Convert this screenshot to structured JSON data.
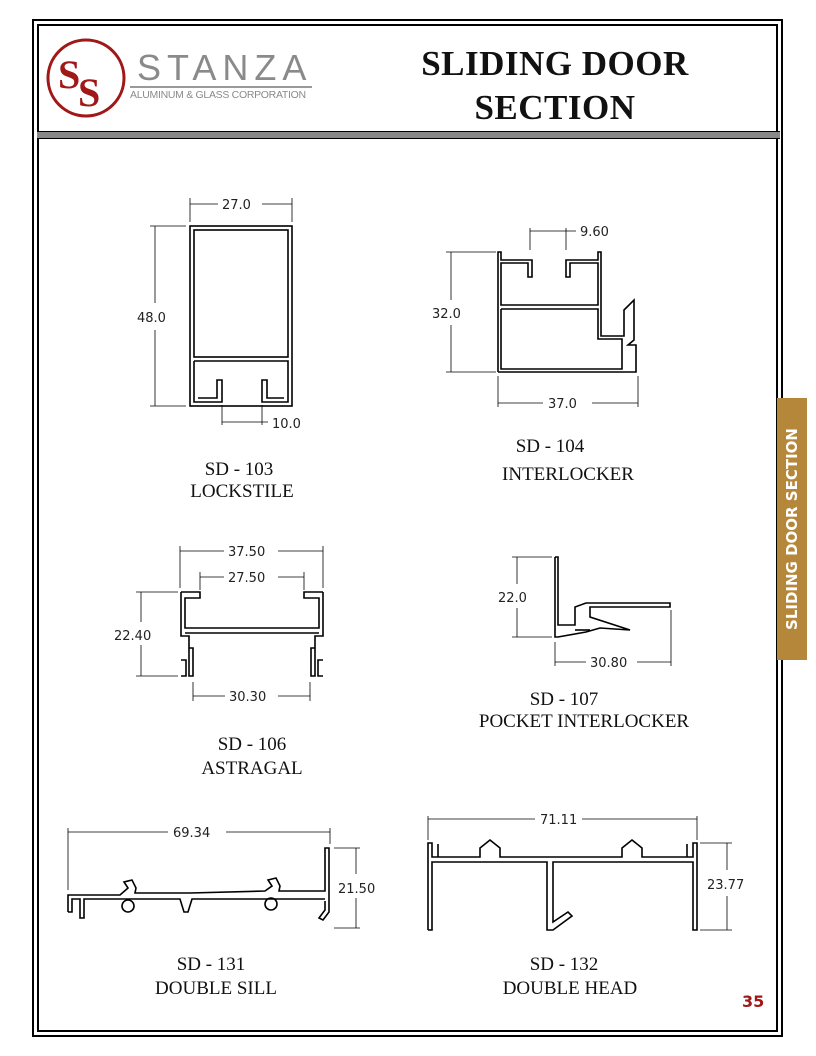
{
  "header": {
    "logo_monogram": "SS",
    "brand": "STANZA",
    "brand_subtitle": "ALUMINUM & GLASS CORPORATION",
    "title_line1": "SLIDING DOOR",
    "title_line2": "SECTION"
  },
  "side_tab": "SLIDING DOOR SECTION",
  "page_number": "35",
  "colors": {
    "brand_red": "#a01818",
    "tab_gold": "#b5873a"
  },
  "sections": [
    {
      "code": "SD - 103",
      "name": "LOCKSTILE",
      "dims": [
        "27.0",
        "48.0",
        "10.0"
      ]
    },
    {
      "code": "SD - 104",
      "name": "INTERLOCKER",
      "dims": [
        "9.60",
        "32.0",
        "37.0"
      ]
    },
    {
      "code": "SD - 106",
      "name": "ASTRAGAL",
      "dims": [
        "37.50",
        "27.50",
        "22.40",
        "30.30"
      ]
    },
    {
      "code": "SD - 107",
      "name": "POCKET INTERLOCKER",
      "dims": [
        "22.0",
        "30.80"
      ]
    },
    {
      "code": "SD - 131",
      "name": "DOUBLE SILL",
      "dims": [
        "69.34",
        "21.50"
      ]
    },
    {
      "code": "SD - 132",
      "name": "DOUBLE HEAD",
      "dims": [
        "71.11",
        "23.77"
      ]
    }
  ]
}
